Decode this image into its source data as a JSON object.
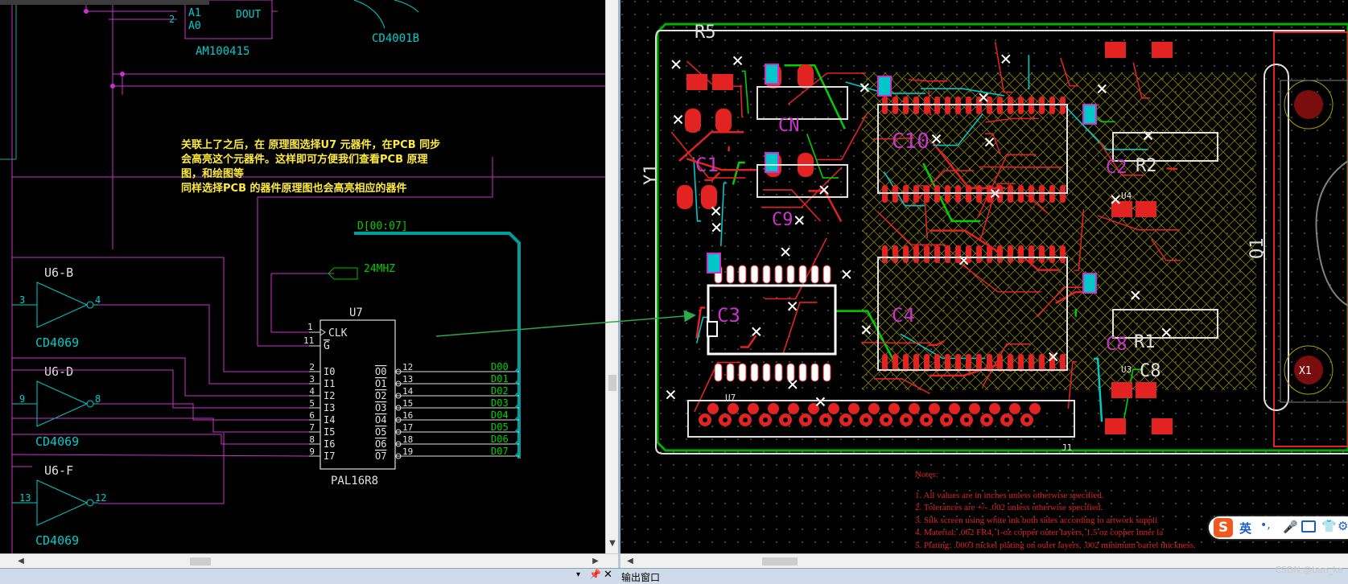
{
  "schematic": {
    "annotation": "关联上了之后，在 原理图选择U7 元器件，在PCB 同步\n会高亮这个元器件。这样即可方便我们查看PCB 原理\n图，和绘图等\n同样选择PCB 的器件原理图也会高亮相应的器件",
    "top_parts": {
      "am_pins": [
        "A1",
        "A0"
      ],
      "am_pin_nums": [
        "2"
      ],
      "dout": "DOUT",
      "am_name": "AM100415",
      "cd_name": "CD4001B"
    },
    "bus_label": "D[00:07]",
    "clock_port": "24MHZ",
    "u7": {
      "ref": "U7",
      "part": "PAL16R8",
      "clk_pin": "1",
      "clk_label": "CLK",
      "g_pin": "11",
      "g_label": "G",
      "inputs": [
        {
          "pin": "2",
          "label": "I0"
        },
        {
          "pin": "3",
          "label": "I1"
        },
        {
          "pin": "4",
          "label": "I2"
        },
        {
          "pin": "5",
          "label": "I3"
        },
        {
          "pin": "6",
          "label": "I4"
        },
        {
          "pin": "7",
          "label": "I5"
        },
        {
          "pin": "8",
          "label": "I6"
        },
        {
          "pin": "9",
          "label": "I7"
        }
      ],
      "outputs": [
        {
          "pin": "12",
          "label": "O0",
          "net": "D00"
        },
        {
          "pin": "13",
          "label": "O1",
          "net": "D01"
        },
        {
          "pin": "14",
          "label": "O2",
          "net": "D02"
        },
        {
          "pin": "15",
          "label": "O3",
          "net": "D03"
        },
        {
          "pin": "16",
          "label": "O4",
          "net": "D04"
        },
        {
          "pin": "17",
          "label": "O5",
          "net": "D05"
        },
        {
          "pin": "18",
          "label": "O6",
          "net": "D06"
        },
        {
          "pin": "19",
          "label": "O7",
          "net": "D07"
        }
      ]
    },
    "inverters": [
      {
        "ref": "U6-B",
        "part": "CD4069",
        "in": "3",
        "out": "4"
      },
      {
        "ref": "U6-D",
        "part": "CD4069",
        "in": "9",
        "out": "8"
      },
      {
        "ref": "U6-F",
        "part": "CD4069",
        "in": "13",
        "out": "12"
      }
    ]
  },
  "pcb": {
    "labels": {
      "r5": "R5",
      "y1": "Y1",
      "cn": "CN",
      "c10": "C10",
      "c1": "C1",
      "c2": "C2",
      "c3": "C3",
      "c4": "C4",
      "c8": "C8",
      "c9": "C9",
      "r1": "R1",
      "r2": "R2",
      "q1": "Q1",
      "x1": "X1",
      "u7": "U7",
      "u3": "U3",
      "u4": "U4",
      "j1": "J1",
      "d1": "Q1"
    },
    "notes_title": "Notes:",
    "notes": [
      "1.   All values are in inches unless otherwise specified.",
      "2.    Tolerances are +/- .002 unless otherwise specified.",
      "3.   Silk screen using white ink both sides according to artwork suppli",
      "4.   Material: .062 FR4, 1-oz copper outer layers, 1.5 oz copper inner la",
      "5.   Plating: .0003 nickel plating on outer layers, .002 minimum barrel thickness."
    ]
  },
  "panels": {
    "output_window": "输出窗口"
  },
  "ime": {
    "logo": "S",
    "lang": "英",
    "punct": "•,"
  },
  "watermark": "CSDN @ban_ke",
  "colors": {
    "wire": "#cc33cc",
    "pin_text": "#00cccc",
    "net_label": "#00d000",
    "bus": "#00a0a0",
    "silk": "#e0e0e0",
    "copper": "#e8161b",
    "note": "#ffeb3b",
    "board_edge": "#00c000"
  }
}
